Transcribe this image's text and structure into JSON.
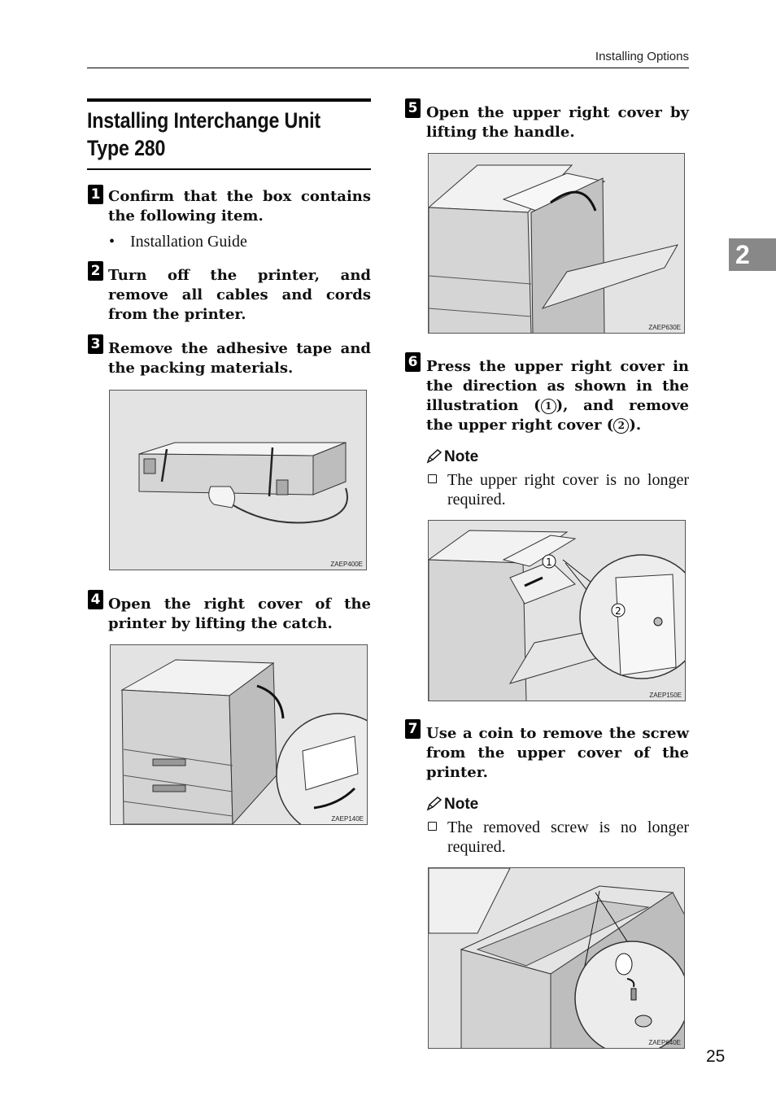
{
  "header": {
    "running_head": "Installing Options"
  },
  "chapter_tab": "2",
  "section": {
    "title_line1": "Installing Interchange Unit",
    "title_line2": "Type 280"
  },
  "steps": [
    {
      "number": "1",
      "text": "Confirm that the box contains the following item.",
      "bullets": [
        "Installation Guide"
      ]
    },
    {
      "number": "2",
      "text": "Turn off the printer, and remove all cables and cords from the printer."
    },
    {
      "number": "3",
      "text": "Remove the adhesive tape and the packing materials.",
      "figure_code": "ZAEP400E"
    },
    {
      "number": "4",
      "text": "Open the right cover of the printer by lifting the catch.",
      "figure_code": "ZAEP140E"
    },
    {
      "number": "5",
      "text": "Open the upper right cover by lifting the handle.",
      "figure_code": "ZAEP630E"
    },
    {
      "number": "6",
      "text_a": "Press the upper right cover in the direction as shown in the illustration (",
      "marker_1": "1",
      "text_b": "), and remove the upper right cover (",
      "marker_2": "2",
      "text_c": ").",
      "note": {
        "label": "Note",
        "items": [
          "The upper right cover is no longer required."
        ]
      },
      "figure_code": "ZAEP150E",
      "callouts": [
        "1",
        "2"
      ]
    },
    {
      "number": "7",
      "text": "Use a coin to remove the screw from the upper cover of the printer.",
      "note": {
        "label": "Note",
        "items": [
          "The removed screw is no longer required."
        ]
      },
      "figure_code": "ZAEP640E"
    }
  ],
  "page_number": "25"
}
